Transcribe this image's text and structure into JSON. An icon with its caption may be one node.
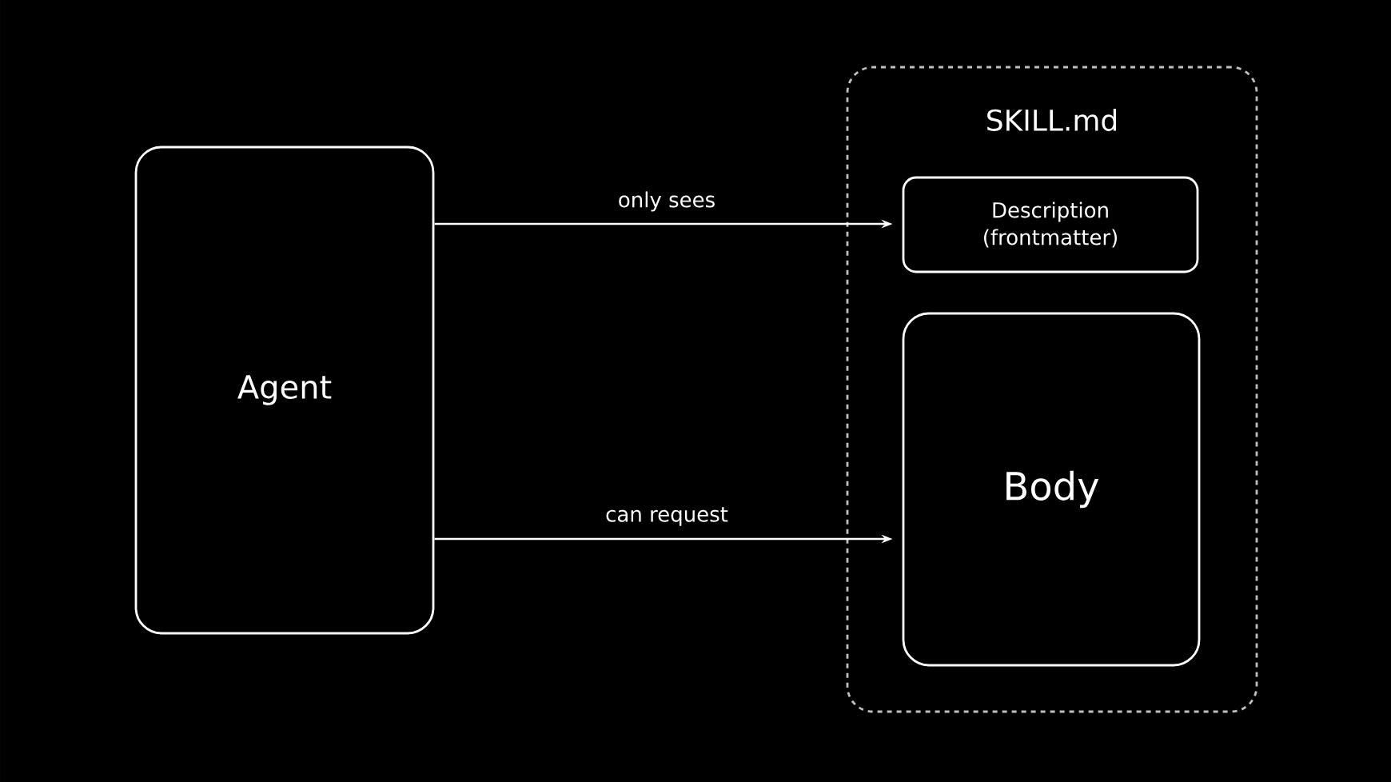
{
  "diagram": {
    "nodes": [
      {
        "text": [
          "Agent"
        ]
      },
      {
        "text": [
          "SKILL.md"
        ]
      },
      {
        "text": [
          "Description (frontmatter)"
        ],
        "in": 1
      },
      {
        "text": [
          "Body"
        ],
        "in": 1
      }
    ],
    "edges": [
      {
        "from": 0,
        "to": 2,
        "arrow": "to",
        "label": "only sees"
      },
      {
        "from": 0,
        "to": 3,
        "arrow": "to",
        "label": "can request"
      }
    ]
  }
}
